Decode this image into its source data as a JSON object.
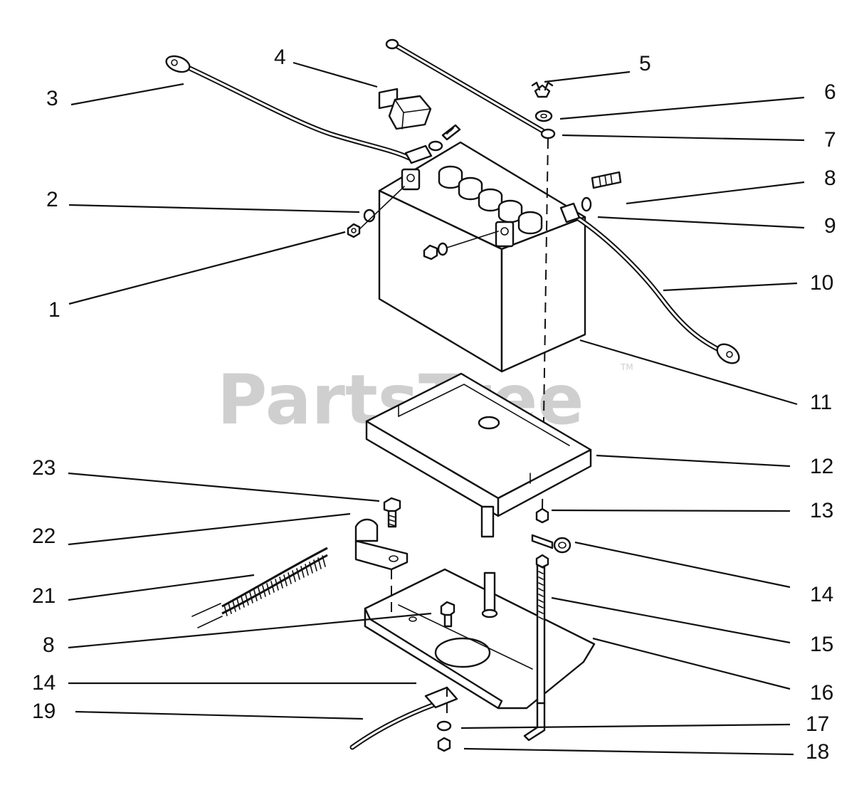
{
  "watermark": {
    "text": "PartsTree",
    "tm": "TM"
  },
  "callouts": {
    "c1": "1",
    "c2": "2",
    "c3": "3",
    "c4": "4",
    "c5": "5",
    "c6": "6",
    "c7": "7",
    "c8a": "8",
    "c8b": "8",
    "c9": "9",
    "c10": "10",
    "c11": "11",
    "c12": "12",
    "c13": "13",
    "c14a": "14",
    "c14b": "14",
    "c15": "15",
    "c16": "16",
    "c17": "17",
    "c18": "18",
    "c19": "19",
    "c21": "21",
    "c22": "22",
    "c23": "23"
  },
  "colors": {
    "line": "#111111",
    "watermark": "#cfcfcf",
    "background": "#ffffff"
  }
}
